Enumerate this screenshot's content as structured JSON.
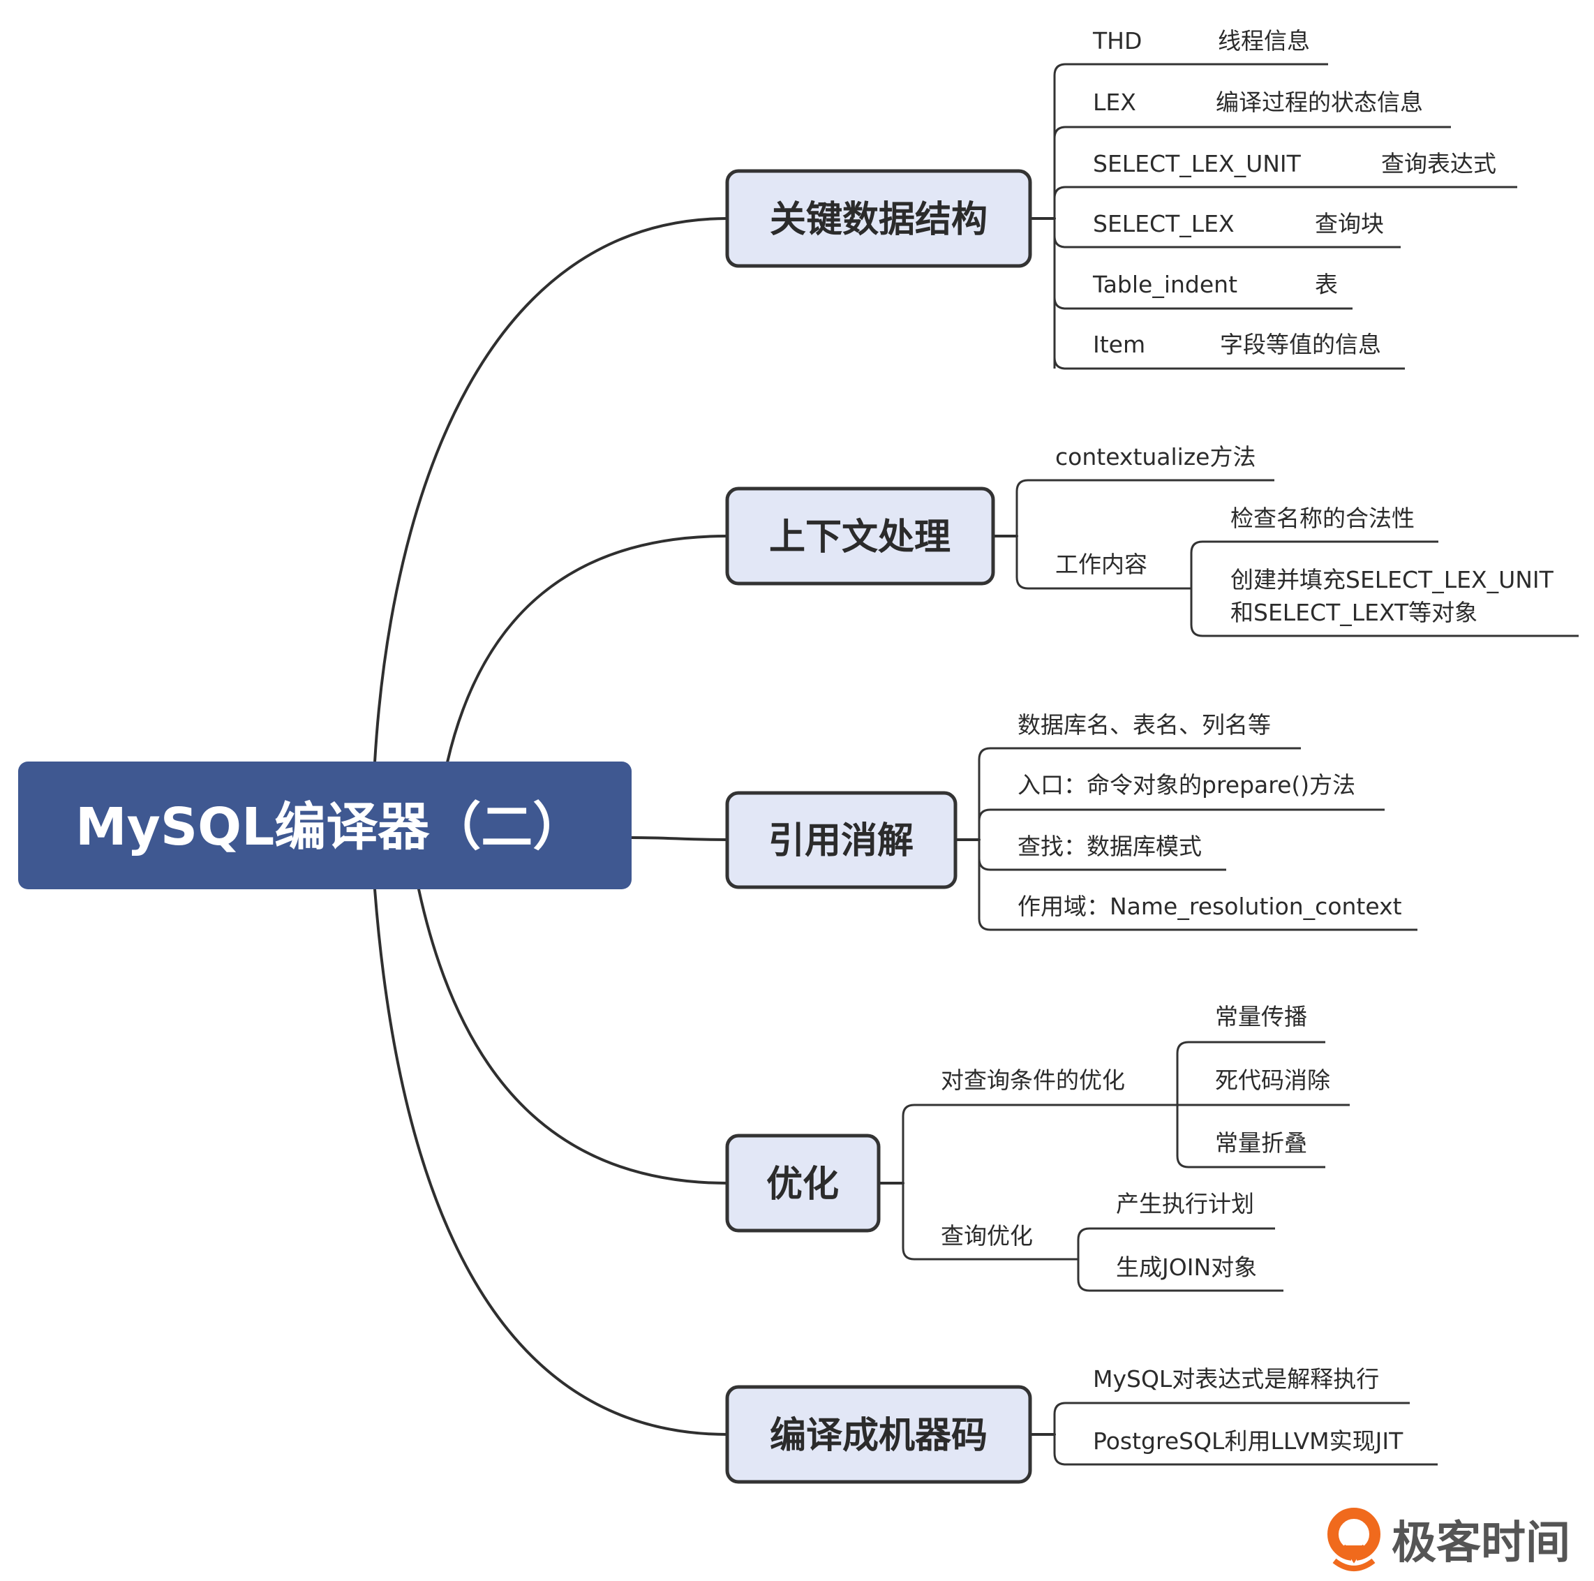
{
  "root": {
    "title": "MySQL编译器（二）"
  },
  "branches": [
    {
      "title": "关键数据结构",
      "items": [
        {
          "name": "THD",
          "desc": "线程信息"
        },
        {
          "name": "LEX",
          "desc": "编译过程的状态信息"
        },
        {
          "name": "SELECT_LEX_UNIT",
          "desc": "查询表达式"
        },
        {
          "name": "SELECT_LEX",
          "desc": "查询块"
        },
        {
          "name": "Table_indent",
          "desc": "表"
        },
        {
          "name": "Item",
          "desc": "字段等值的信息"
        }
      ]
    },
    {
      "title": "上下文处理",
      "items": [
        {
          "label": "contextualize方法"
        },
        {
          "label": "工作内容",
          "children": [
            {
              "label": "检查名称的合法性"
            },
            {
              "label_line1": "创建并填充SELECT_LEX_UNIT",
              "label_line2": "和SELECT_LEXT等对象"
            }
          ]
        }
      ]
    },
    {
      "title": "引用消解",
      "items": [
        {
          "label": "数据库名、表名、列名等"
        },
        {
          "label": "入口：命令对象的prepare()方法"
        },
        {
          "label": "查找：数据库模式"
        },
        {
          "label": "作用域：Name_resolution_context"
        }
      ]
    },
    {
      "title": "优化",
      "items": [
        {
          "label": "对查询条件的优化",
          "children": [
            {
              "label": "常量传播"
            },
            {
              "label": "死代码消除"
            },
            {
              "label": "常量折叠"
            }
          ]
        },
        {
          "label": "查询优化",
          "children": [
            {
              "label": "产生执行计划"
            },
            {
              "label": "生成JOIN对象"
            }
          ]
        }
      ]
    },
    {
      "title": "编译成机器码",
      "items": [
        {
          "label": "MySQL对表达式是解释执行"
        },
        {
          "label": "PostgreSQL利用LLVM实现JIT"
        }
      ]
    }
  ],
  "logo": {
    "text": "极客时间",
    "icon": "geektime-logo-icon",
    "color": "#f06a1d"
  },
  "colors": {
    "root_fill": "#3f5891",
    "topic_fill": "#e2e7f6",
    "line": "#2f2f2f"
  }
}
